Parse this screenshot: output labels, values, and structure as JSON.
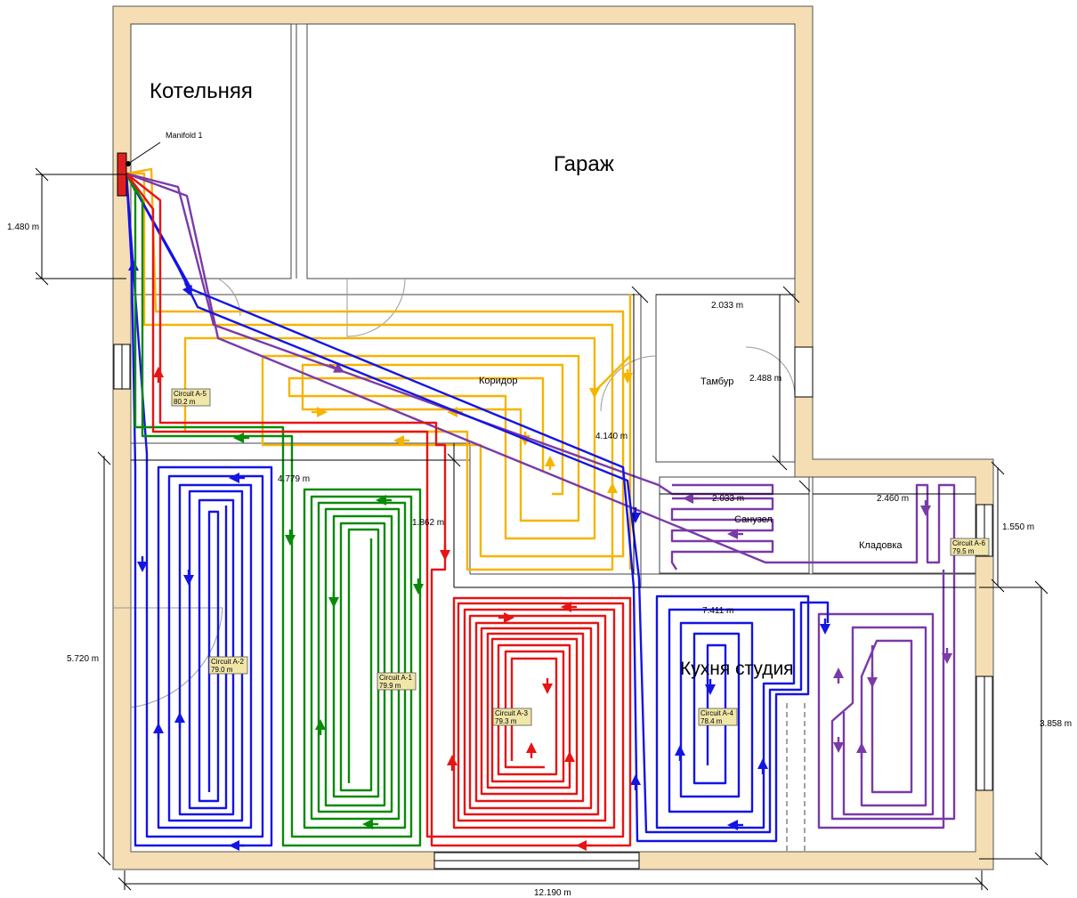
{
  "rooms": {
    "boiler": "Котельняя",
    "garage": "Гараж",
    "corridor": "Коридор",
    "vestibule": "Тамбур",
    "bathroom": "Санузел",
    "storage": "Кладовка",
    "kitchen": "Кухня студия"
  },
  "manifold": {
    "label": "Manifold 1",
    "color": "#e02020"
  },
  "circuits": [
    {
      "id": "A-1",
      "label": "Circuit A-1",
      "length": "79.9 m",
      "color": "#0a8a0a"
    },
    {
      "id": "A-2",
      "label": "Circuit A-2",
      "length": "79.0 m",
      "color": "#1414e6"
    },
    {
      "id": "A-3",
      "label": "Circuit A-3",
      "length": "79.3 m",
      "color": "#e61414"
    },
    {
      "id": "A-4",
      "label": "Circuit A-4",
      "length": "78.4 m",
      "color": "#1414e6"
    },
    {
      "id": "A-5",
      "label": "Circuit A-5",
      "length": "80.2 m",
      "color": "#f5b400"
    },
    {
      "id": "A-6",
      "label": "Circuit A-6",
      "length": "79.5 m",
      "color": "#7a3aa8"
    }
  ],
  "dimensions": {
    "manifold_offset": "1.480 m",
    "vestibule_width": "2.033 m",
    "vestibule_depth": "2.488 m",
    "corridor_depth": "4.140 m",
    "left_room_width": "4.779 m",
    "bath_width": "2.033 m",
    "storage_width": "2.460 m",
    "storage_depth": "1.550 m",
    "center_span": "1.862 m",
    "kitchen_width": "7.411 m",
    "left_height": "5.720 m",
    "right_height": "3.858 m",
    "total_width": "12.190 m"
  },
  "colors": {
    "wall": "#f5deb3",
    "wall_outline": "#555555",
    "tag_fill": "#f0e6a8"
  }
}
